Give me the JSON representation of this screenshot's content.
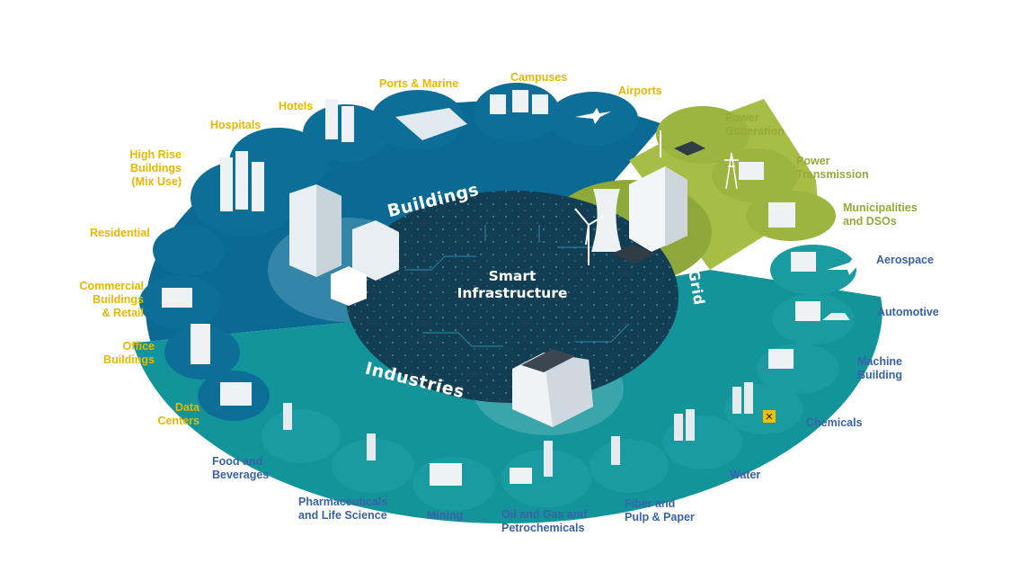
{
  "colors": {
    "buildings_label": "#e8b800",
    "grid_label": "#96a83a",
    "industries_label": "#3a62a6",
    "buildings_ring": "#0b6a93",
    "industries_ring": "#13949a",
    "grid_ring": "#8ea93a",
    "center": "#123d52"
  },
  "center": {
    "line1": "Smart",
    "line2": "Infrastructure"
  },
  "sectors": {
    "buildings": "Buildings",
    "industries": "Industries",
    "grid": "Grid"
  },
  "buildings": {
    "high_rise": [
      "High Rise",
      "Buildings",
      "(Mix Use)"
    ],
    "hospitals": "Hospitals",
    "hotels": "Hotels",
    "ports": "Ports & Marine",
    "campuses": "Campuses",
    "airports": "Airports",
    "residential": "Residential",
    "commercial": [
      "Commercial",
      "Buildings",
      "& Retail"
    ],
    "office": [
      "Office",
      "Buildings"
    ],
    "data_centers": [
      "Data",
      "Centers"
    ]
  },
  "grid": {
    "power_generation": [
      "Power",
      "Generation"
    ],
    "power_transmission": [
      "Power",
      "Transmission"
    ],
    "municipalities": [
      "Municipalities",
      "and DSOs"
    ]
  },
  "industries": {
    "aerospace": "Aerospace",
    "automotive": "Automotive",
    "machine_building": [
      "Machine",
      "Building"
    ],
    "chemicals": "Chemicals",
    "water": "Water",
    "fiber": [
      "Fiber and",
      "Pulp & Paper"
    ],
    "oil_gas": [
      "Oil and Gas and",
      "Petrochemicals"
    ],
    "mining": "Mining",
    "pharma": [
      "Pharmaceuticals",
      "and Life Science"
    ],
    "food": [
      "Food and",
      "Beverages"
    ]
  },
  "icons": [
    "skyscraper-icon",
    "factory-icon",
    "power-plant-icon",
    "wind-turbine-icon",
    "solar-panel-icon",
    "airplane-icon",
    "ship-icon",
    "car-icon",
    "silo-icon",
    "hazard-icon",
    "transmission-tower-icon"
  ]
}
